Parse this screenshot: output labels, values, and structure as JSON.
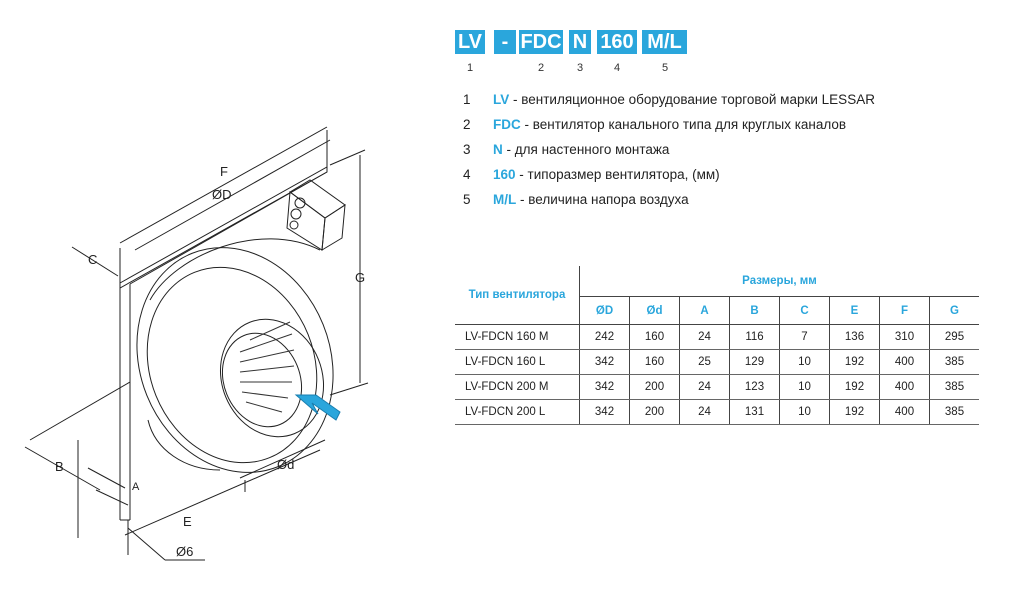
{
  "drawing": {
    "labels": {
      "F": "F",
      "OD": "ØD",
      "C": "C",
      "G": "G",
      "B": "B",
      "A": "A",
      "Od": "Ød",
      "E": "E",
      "O6": "Ø6"
    },
    "arrow_color": "#2aa6dc"
  },
  "code": {
    "parts": [
      "LV",
      "-",
      "FDC",
      "N",
      "160",
      "M/L"
    ],
    "indices": [
      "1",
      "2",
      "3",
      "4",
      "5"
    ]
  },
  "legend": [
    {
      "num": "1",
      "code": "LV",
      "text": " - вентиляционное оборудование торговой марки LESSAR"
    },
    {
      "num": "2",
      "code": "FDC",
      "text": " - вентилятор канального типа для круглых каналов"
    },
    {
      "num": "3",
      "code": "N",
      "text": " - для настенного монтажа"
    },
    {
      "num": "4",
      "code": "160",
      "text": " - типоразмер вентилятора, (мм)"
    },
    {
      "num": "5",
      "code": "M/L",
      "text": " - величина напора воздуха"
    }
  ],
  "table": {
    "type_header": "Тип вентилятора",
    "group_header": "Размеры, мм",
    "columns": [
      "ØD",
      "Ød",
      "A",
      "B",
      "C",
      "E",
      "F",
      "G"
    ],
    "rows": [
      {
        "type": "LV-FDCN 160 M",
        "values": [
          "242",
          "160",
          "24",
          "116",
          "7",
          "136",
          "310",
          "295"
        ]
      },
      {
        "type": "LV-FDCN 160 L",
        "values": [
          "342",
          "160",
          "25",
          "129",
          "10",
          "192",
          "400",
          "385"
        ]
      },
      {
        "type": "LV-FDCN 200 M",
        "values": [
          "342",
          "200",
          "24",
          "123",
          "10",
          "192",
          "400",
          "385"
        ]
      },
      {
        "type": "LV-FDCN 200 L",
        "values": [
          "342",
          "200",
          "24",
          "131",
          "10",
          "192",
          "400",
          "385"
        ]
      }
    ]
  },
  "colors": {
    "accent": "#2aa6dc",
    "line": "#222222"
  }
}
